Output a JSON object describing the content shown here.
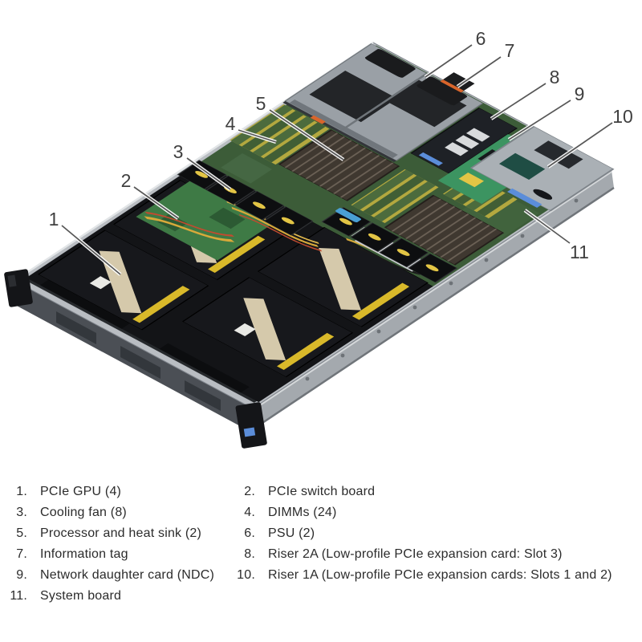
{
  "figure": {
    "description": "Isometric cutaway view of a 1U rack server chassis showing internal components with numbered callouts",
    "callouts": [
      {
        "number": "1",
        "legend_number": "1.",
        "label": "PCIe GPU (4)"
      },
      {
        "number": "2",
        "legend_number": "2.",
        "label": "PCIe switch board"
      },
      {
        "number": "3",
        "legend_number": "3.",
        "label": "Cooling fan (8)"
      },
      {
        "number": "4",
        "legend_number": "4.",
        "label": "DIMMs (24)"
      },
      {
        "number": "5",
        "legend_number": "5.",
        "label": "Processor and heat sink (2)"
      },
      {
        "number": "6",
        "legend_number": "6.",
        "label": "PSU (2)"
      },
      {
        "number": "7",
        "legend_number": "7.",
        "label": "Information tag"
      },
      {
        "number": "8",
        "legend_number": "8.",
        "label": "Riser 2A (Low-profile PCIe expansion card: Slot 3)"
      },
      {
        "number": "9",
        "legend_number": "9.",
        "label": "Network daughter card (NDC)"
      },
      {
        "number": "10",
        "legend_number": "10.",
        "label": "Riser 1A (Low-profile PCIe expansion cards: Slots 1 and 2)"
      },
      {
        "number": "11",
        "legend_number": "11.",
        "label": "System board"
      }
    ]
  },
  "colors": {
    "background": "#ffffff",
    "callout_text": "#3f3f3f",
    "callout_line": "#575757",
    "legend_text": "#2b2b2b",
    "chassis_top_gray": "#b9bdc2",
    "side_wall_gray": "#a4a9ae",
    "front_wall_gray": "#4b4f55",
    "tray_dark": "#26292c",
    "pcb_green": "#3c5c38",
    "dimm_green": "#4c6b3d",
    "slot_yellow": "#b3a83f",
    "switch_board_green": "#3e7a45",
    "ndc_green": "#3c9461",
    "label_yellow": "#e3c545",
    "psu_gray": "#9aa0a6",
    "riser_cage_gray": "#aab0b5",
    "latch_blue": "#5b8dd9",
    "touch_blue": "#4a9fd4",
    "cable_yellow": "#d8a93a",
    "accent_orange": "#d9652b",
    "gpu_black": "#17181c",
    "gpu_stripe_beige": "#d5c9ab",
    "gpu_connector_yellow": "#d9b92a"
  }
}
